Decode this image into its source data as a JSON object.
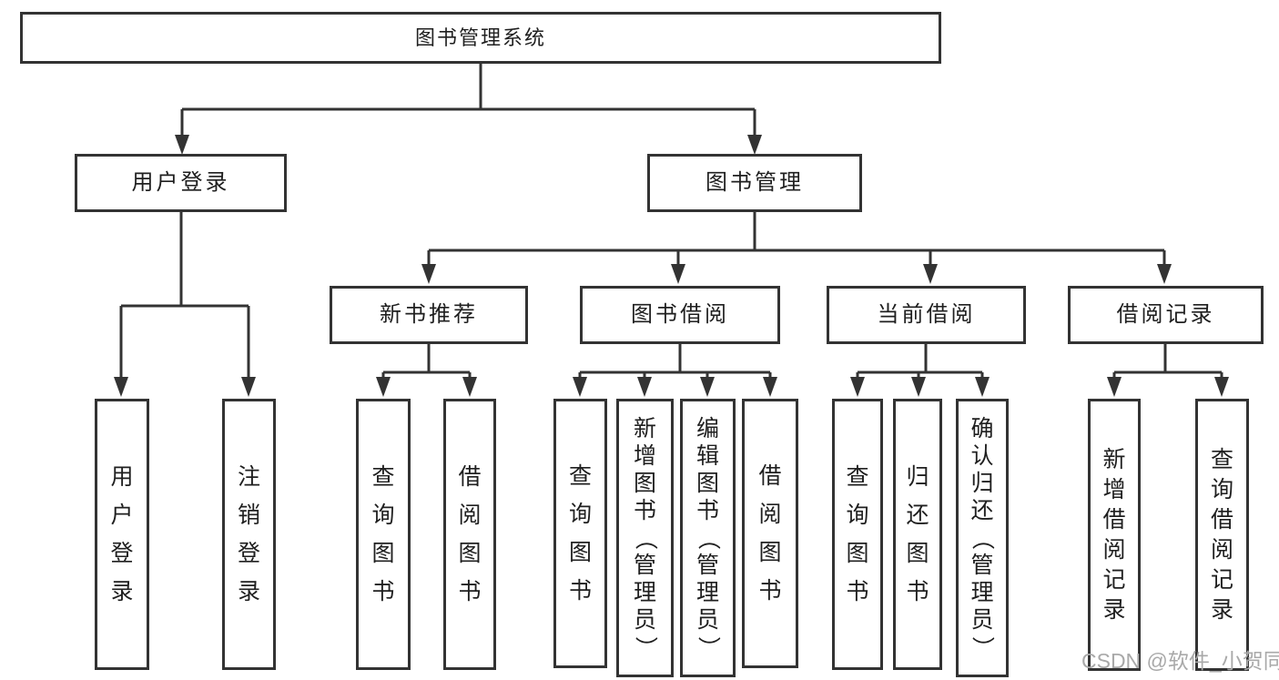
{
  "diagram": {
    "root": {
      "label": "图书管理系统"
    },
    "branches": [
      {
        "label": "用户登录",
        "children": [
          {
            "label": "用户登录"
          },
          {
            "label": "注销登录"
          }
        ]
      },
      {
        "label": "图书管理",
        "children": [
          {
            "label": "新书推荐",
            "children": [
              {
                "label": "查询图书"
              },
              {
                "label": "借阅图书"
              }
            ]
          },
          {
            "label": "图书借阅",
            "children": [
              {
                "label": "查询图书"
              },
              {
                "label": "新增图书（管理员）"
              },
              {
                "label": "编辑图书（管理员）"
              },
              {
                "label": "借阅图书"
              }
            ]
          },
          {
            "label": "当前借阅",
            "children": [
              {
                "label": "查询图书"
              },
              {
                "label": "归还图书"
              },
              {
                "label": "确认归还（管理员）"
              }
            ]
          },
          {
            "label": "借阅记录",
            "children": [
              {
                "label": "新增借阅记录"
              },
              {
                "label": "查询借阅记录"
              }
            ]
          }
        ]
      }
    ]
  },
  "watermark": {
    "text": "CSDN @软件_小贺同学"
  },
  "colors": {
    "line": "#333333",
    "border": "#333333",
    "text": "#1f1f1f",
    "background": "#ffffff",
    "watermark": "#a9a9a9"
  }
}
